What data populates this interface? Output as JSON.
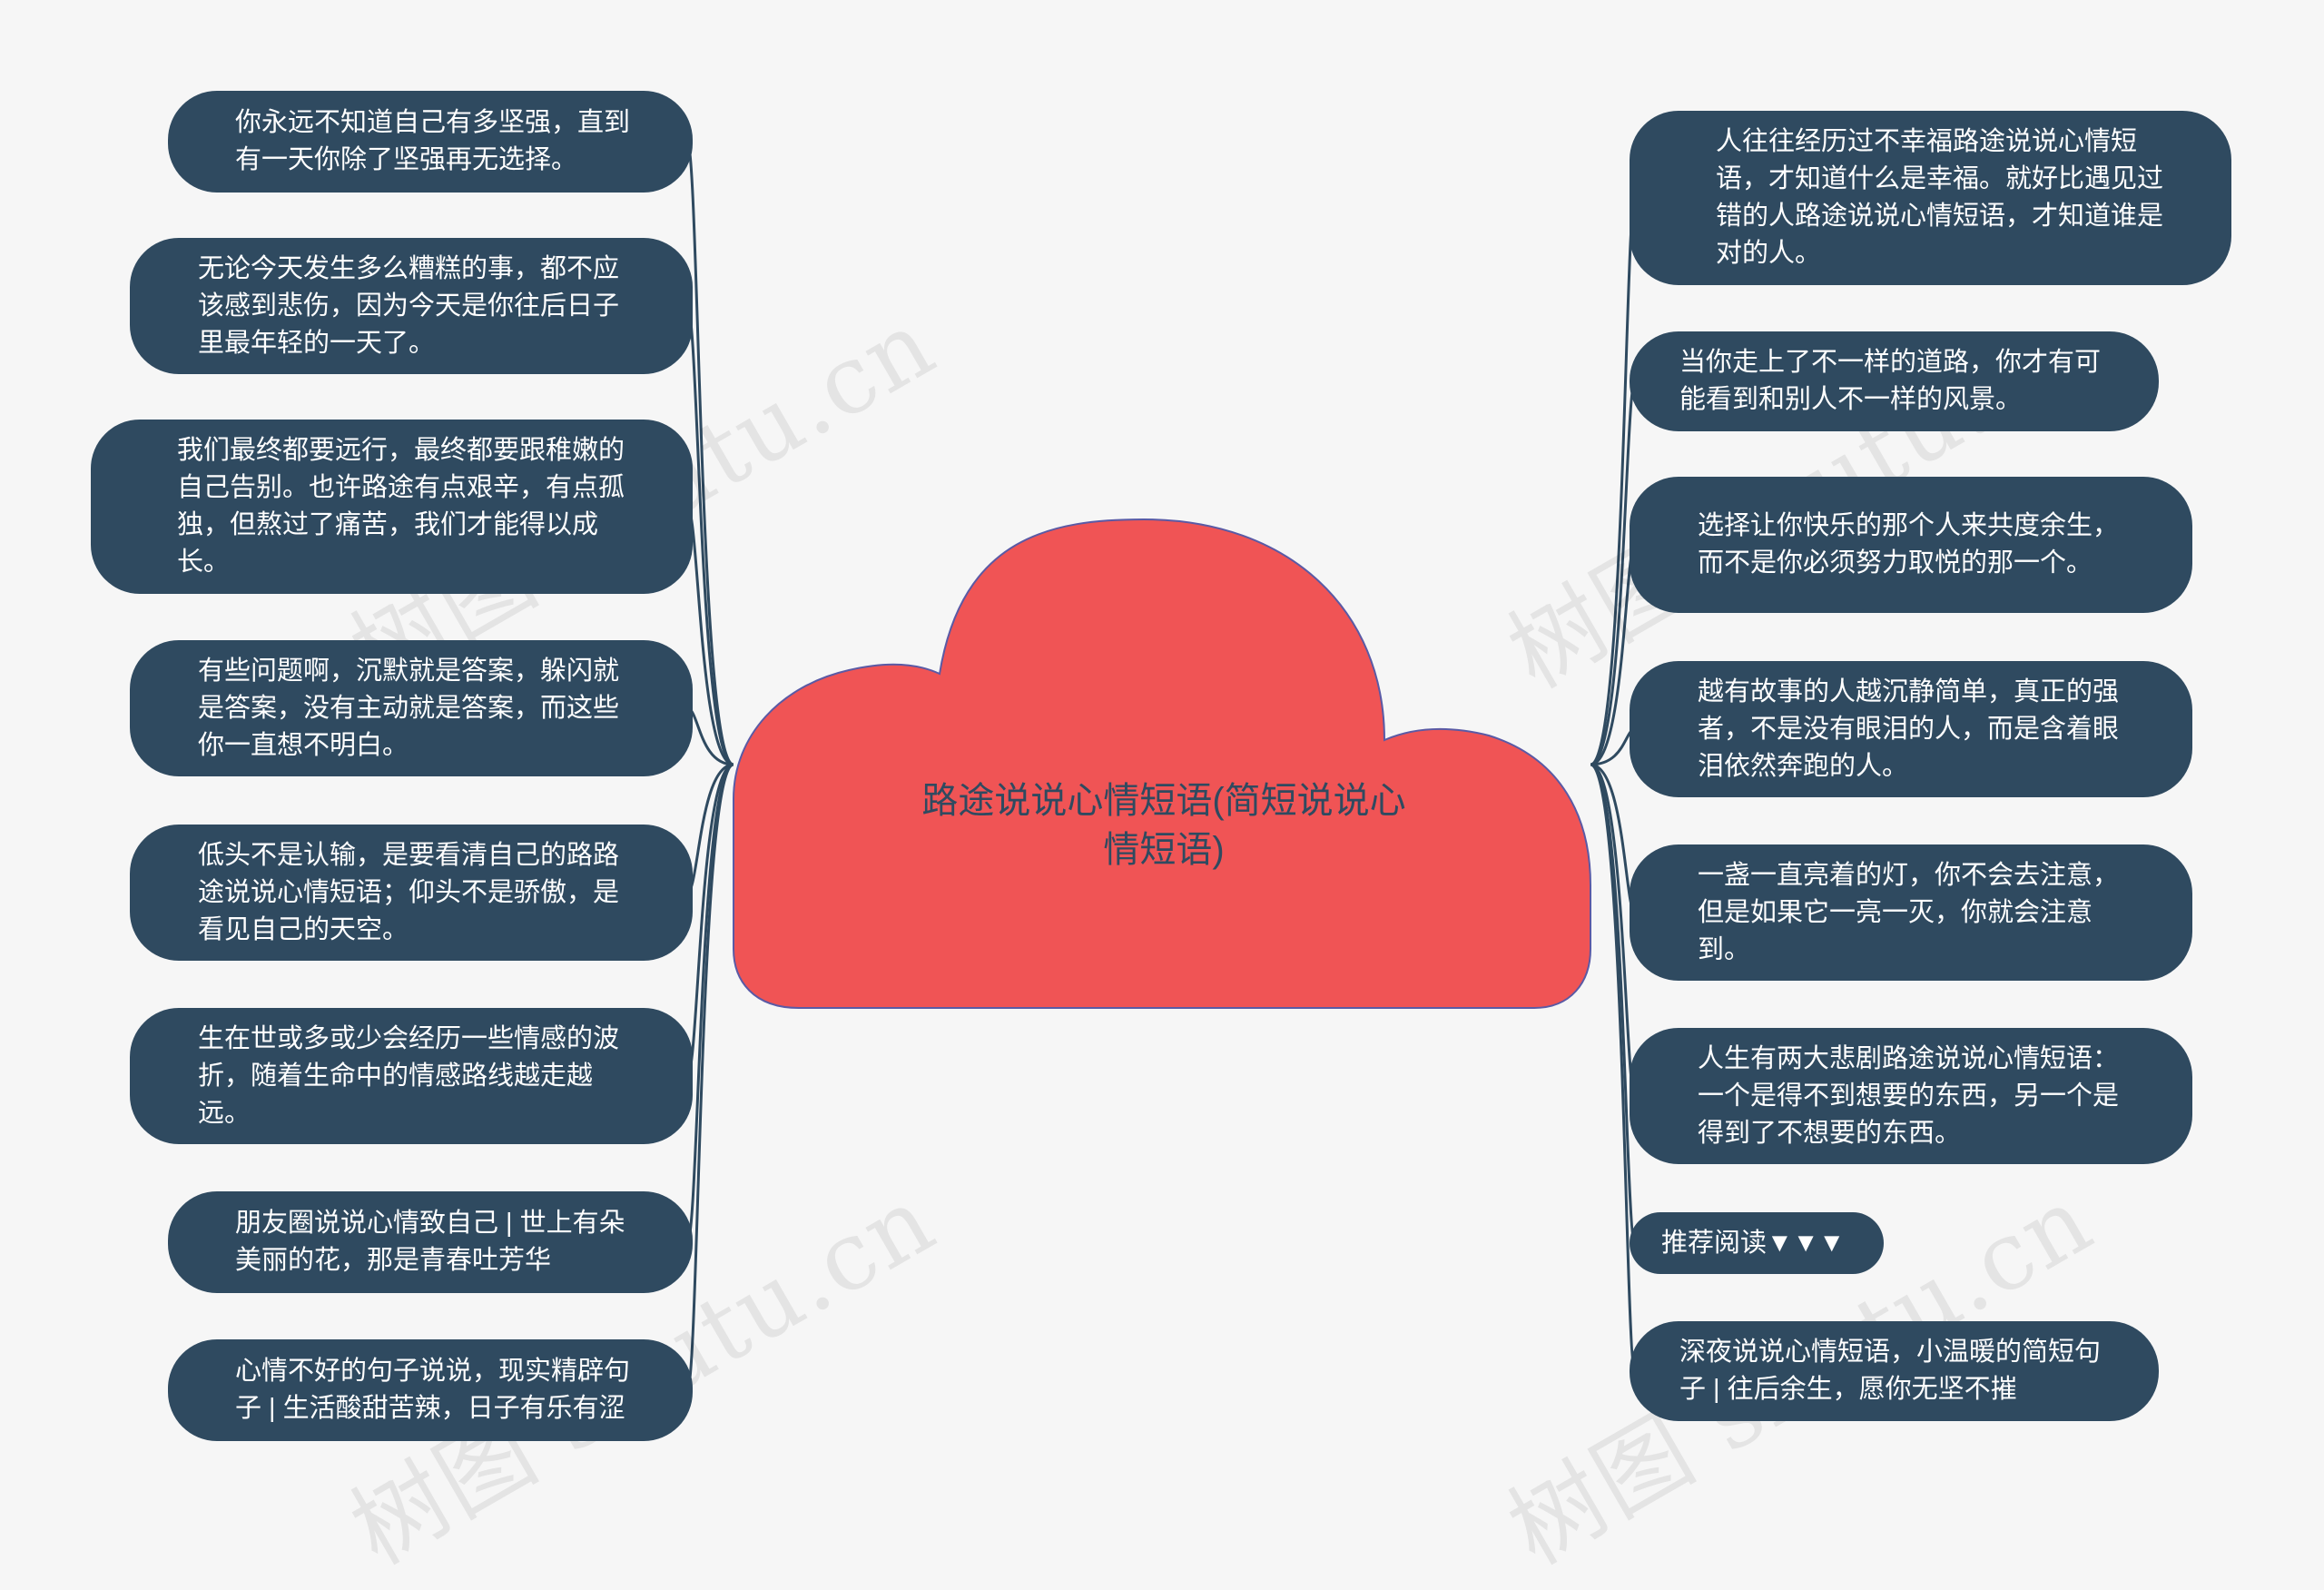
{
  "center": {
    "title": "路途说说心情短语(简短说说心情短语)",
    "fill_color": "#f05455",
    "outline_color": "#5a5aa5"
  },
  "colors": {
    "node_fill": "#2f4a60",
    "connector": "#2f4a60",
    "background": "#f6f6f6"
  },
  "left_nodes": [
    "你永远不知道自己有多坚强，直到有一天你除了坚强再无选择。",
    "无论今天发生多么糟糕的事，都不应该感到悲伤，因为今天是你往后日子里最年轻的一天了。",
    "我们最终都要远行，最终都要跟稚嫩的自己告别。也许路途有点艰辛，有点孤独，但熬过了痛苦，我们才能得以成长。",
    "有些问题啊，沉默就是答案，躲闪就是答案，没有主动就是答案，而这些你一直想不明白。",
    "低头不是认输，是要看清自己的路路途说说心情短语；仰头不是骄傲，是看见自己的天空。",
    "生在世或多或少会经历一些情感的波折，随着生命中的情感路线越走越远。",
    "朋友圈说说心情致自己 | 世上有朵美丽的花，那是青春吐芳华",
    "心情不好的句子说说，现实精辟句子 | 生活酸甜苦辣，日子有乐有涩"
  ],
  "right_nodes": [
    "人往往经历过不幸福路途说说心情短语，才知道什么是幸福。就好比遇见过错的人路途说说心情短语，才知道谁是对的人。",
    "当你走上了不一样的道路，你才有可能看到和别人不一样的风景。",
    "选择让你快乐的那个人来共度余生，而不是你必须努力取悦的那一个。",
    "越有故事的人越沉静简单，真正的强者，不是没有眼泪的人，而是含着眼泪依然奔跑的人。",
    "一盏一直亮着的灯，你不会去注意，但是如果它一亮一灭，你就会注意到。",
    "人生有两大悲剧路途说说心情短语：一个是得不到想要的东西，另一个是得到了不想要的东西。",
    "推荐阅读▼▼▼",
    "深夜说说心情短语，小温暖的简短句子 | 往后余生，愿你无坚不摧"
  ],
  "watermark": "树图 shutu.cn"
}
